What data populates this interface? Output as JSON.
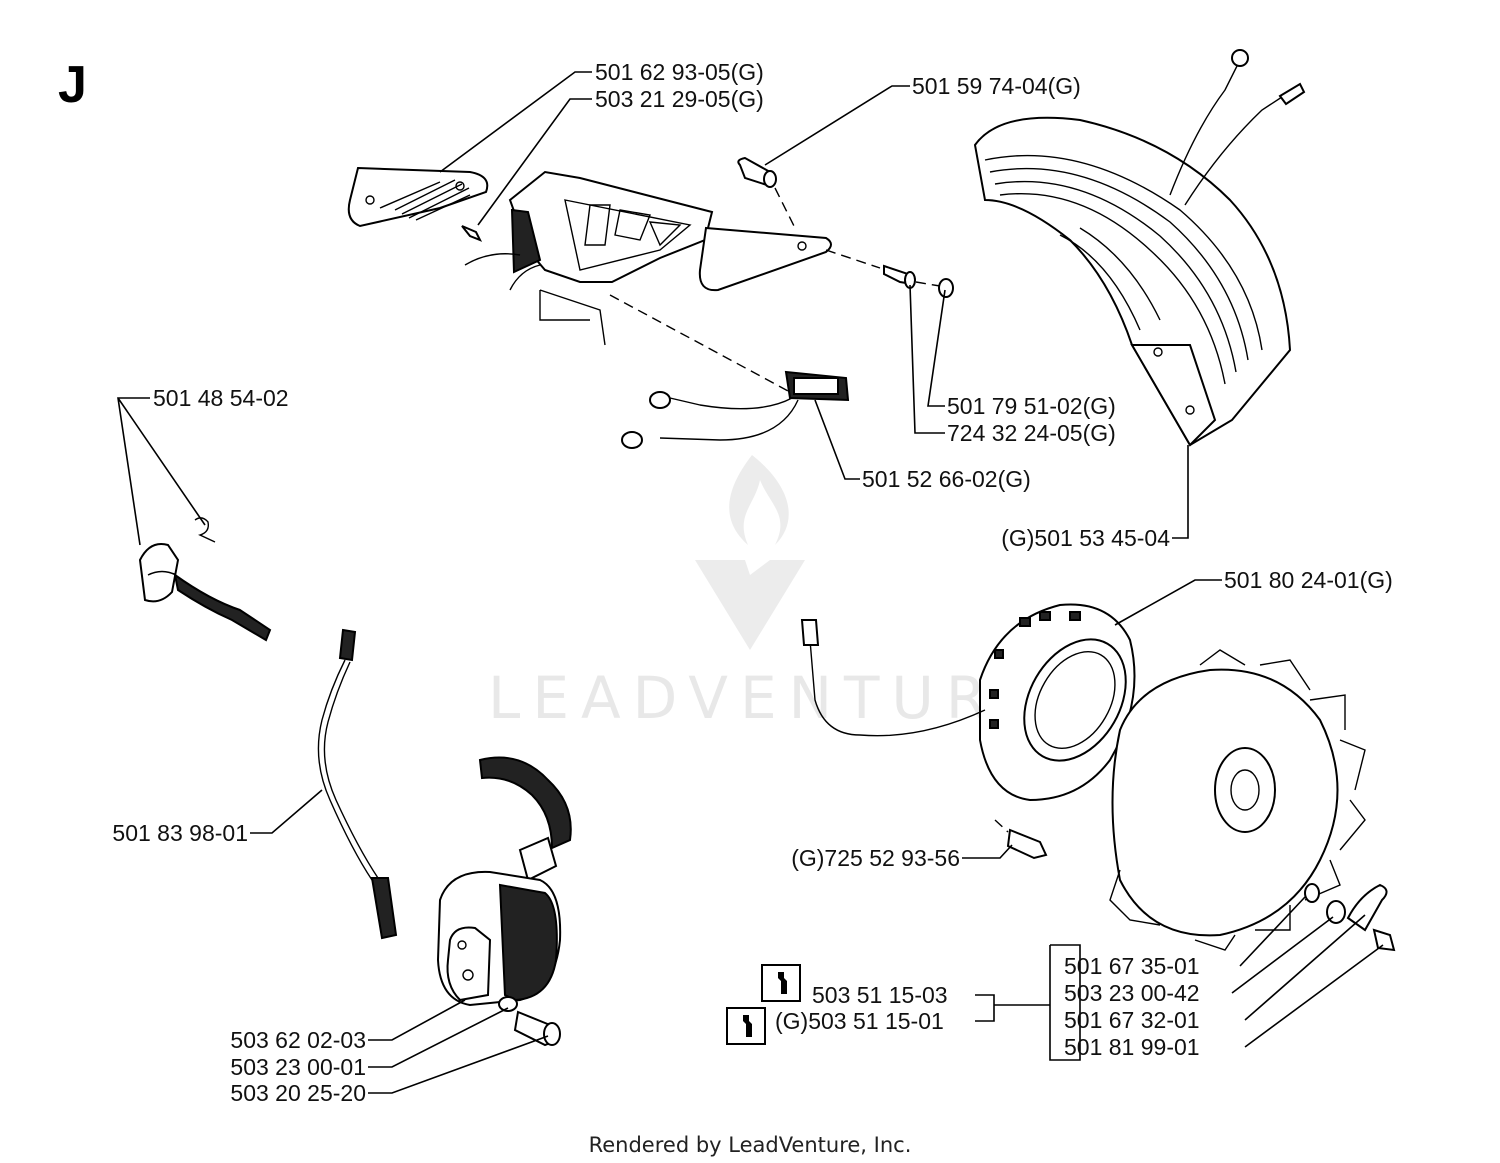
{
  "section_letter": "J",
  "footer": "Rendered by LeadVenture, Inc.",
  "watermark": "LEADVENTURE",
  "labels": {
    "p1": "501 62 93-05(G)",
    "p2": "503 21 29-05(G)",
    "p3": "501 59 74-04(G)",
    "p4": "501 48 54-02",
    "p5": "501 79 51-02(G)",
    "p6": "724 32 24-05(G)",
    "p7": "501 52 66-02(G)",
    "p8": "(G)501 53 45-04",
    "p9": "501 80 24-01(G)",
    "p10": "501 83 98-01",
    "p11": "(G)725 52 93-56",
    "p12": "503 51 15-03",
    "p13": "(G)503 51 15-01",
    "p14": "501 67 35-01",
    "p15": "503 23 00-42",
    "p16": "501 67 32-01",
    "p17": "501 81 99-01",
    "p18": "503 62 02-03",
    "p19": "503 23 00-01",
    "p20": "503 20 25-20"
  },
  "icons": [
    "wrench-icon",
    "wrench-icon"
  ]
}
